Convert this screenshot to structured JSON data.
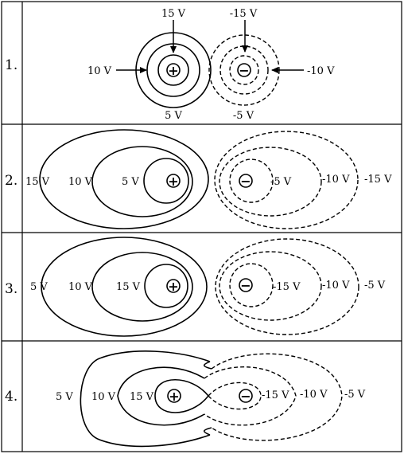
{
  "rows": [
    {
      "number": "1.",
      "labels": [
        "15 V",
        "-15 V",
        "10 V",
        "-10 V",
        "5 V",
        "-5 V"
      ]
    },
    {
      "number": "2.",
      "labels": [
        "15 V",
        "10 V",
        "5 V",
        "-5 V",
        "-10 V",
        "-15 V"
      ]
    },
    {
      "number": "3.",
      "labels": [
        "5 V",
        "10 V",
        "15 V",
        "-15 V",
        "-10 V",
        "-5 V"
      ]
    },
    {
      "number": "4.",
      "labels": [
        "5 V",
        "10 V",
        "15 V",
        "-15 V",
        "-10 V",
        "-5 V"
      ]
    }
  ],
  "charges": {
    "positive": "+",
    "negative": "−"
  }
}
